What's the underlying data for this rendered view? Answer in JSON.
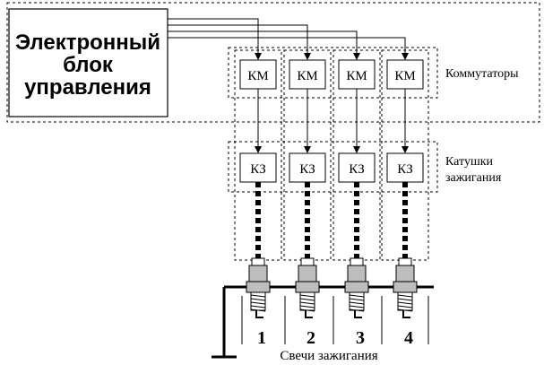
{
  "ecu": {
    "lines": [
      "Электронный",
      "блок",
      "управления"
    ]
  },
  "commutators": {
    "box_label": "КМ",
    "group_label": "Коммутаторы",
    "count": 4
  },
  "coils": {
    "box_label": "КЗ",
    "group_label_lines": [
      "Катушки",
      "зажигания"
    ],
    "count": 4
  },
  "plugs": {
    "numbers": [
      "1",
      "2",
      "3",
      "4"
    ],
    "caption": "Свечи зажигания"
  },
  "colors": {
    "line": "#000000",
    "background": "#ffffff",
    "plug_metal": "#bdbdbd"
  }
}
